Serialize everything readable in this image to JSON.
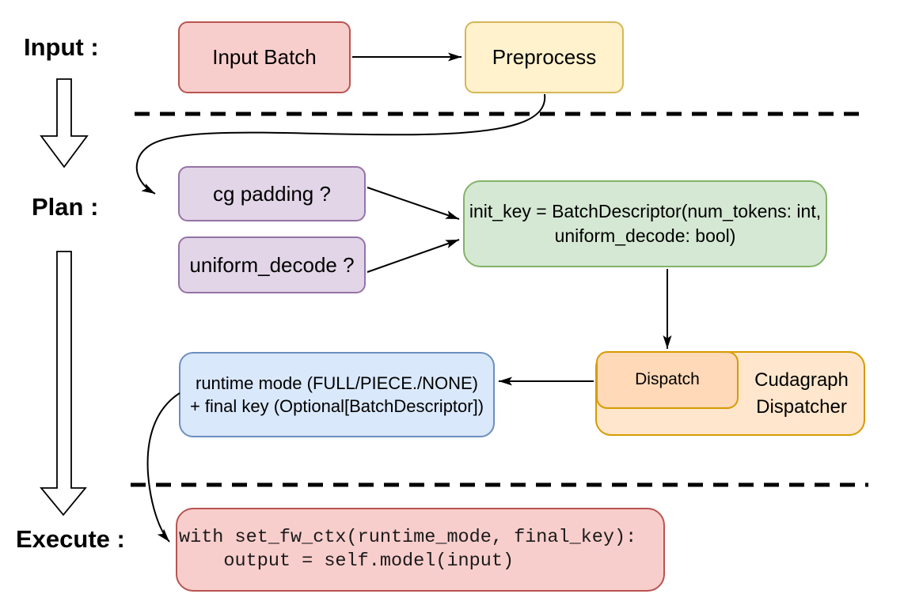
{
  "stages": {
    "input": "Input :",
    "plan": "Plan :",
    "execute": "Execute :"
  },
  "nodes": {
    "input_batch": {
      "label": "Input Batch",
      "fill": "#f8cecc",
      "stroke": "#b85450"
    },
    "preprocess": {
      "label": "Preprocess",
      "fill": "#fff2cc",
      "stroke": "#d6b656"
    },
    "cg_padding": {
      "label": "cg padding ?",
      "fill": "#e1d5e7",
      "stroke": "#9673a6"
    },
    "uniform_decode": {
      "label": "uniform_decode ?",
      "fill": "#e1d5e7",
      "stroke": "#9673a6"
    },
    "init_key": {
      "line1": "init_key = BatchDescriptor(num_tokens: int,",
      "line2": "uniform_decode: bool)",
      "fill": "#d5e8d4",
      "stroke": "#82b366"
    },
    "runtime_mode": {
      "line1": "runtime mode (FULL/PIECE./NONE)",
      "line2": "+ final key (Optional[BatchDescriptor])",
      "fill": "#dae8fc",
      "stroke": "#6c8ebf"
    },
    "dispatch": {
      "label": "Dispatch",
      "fill": "#ffd9b8",
      "stroke": "#d79b00"
    },
    "cudagraph_dispatcher": {
      "line1": "Cudagraph",
      "line2": "Dispatcher",
      "fill": "#ffe6cc",
      "stroke": "#d79b00"
    },
    "execute_code": {
      "line1": "with set_fw_ctx(runtime_mode, final_key):",
      "line2": "    output = self.model(input)",
      "fill": "#f8cecc",
      "stroke": "#b85450"
    }
  },
  "connector_color": "#000000",
  "background": "#ffffff"
}
